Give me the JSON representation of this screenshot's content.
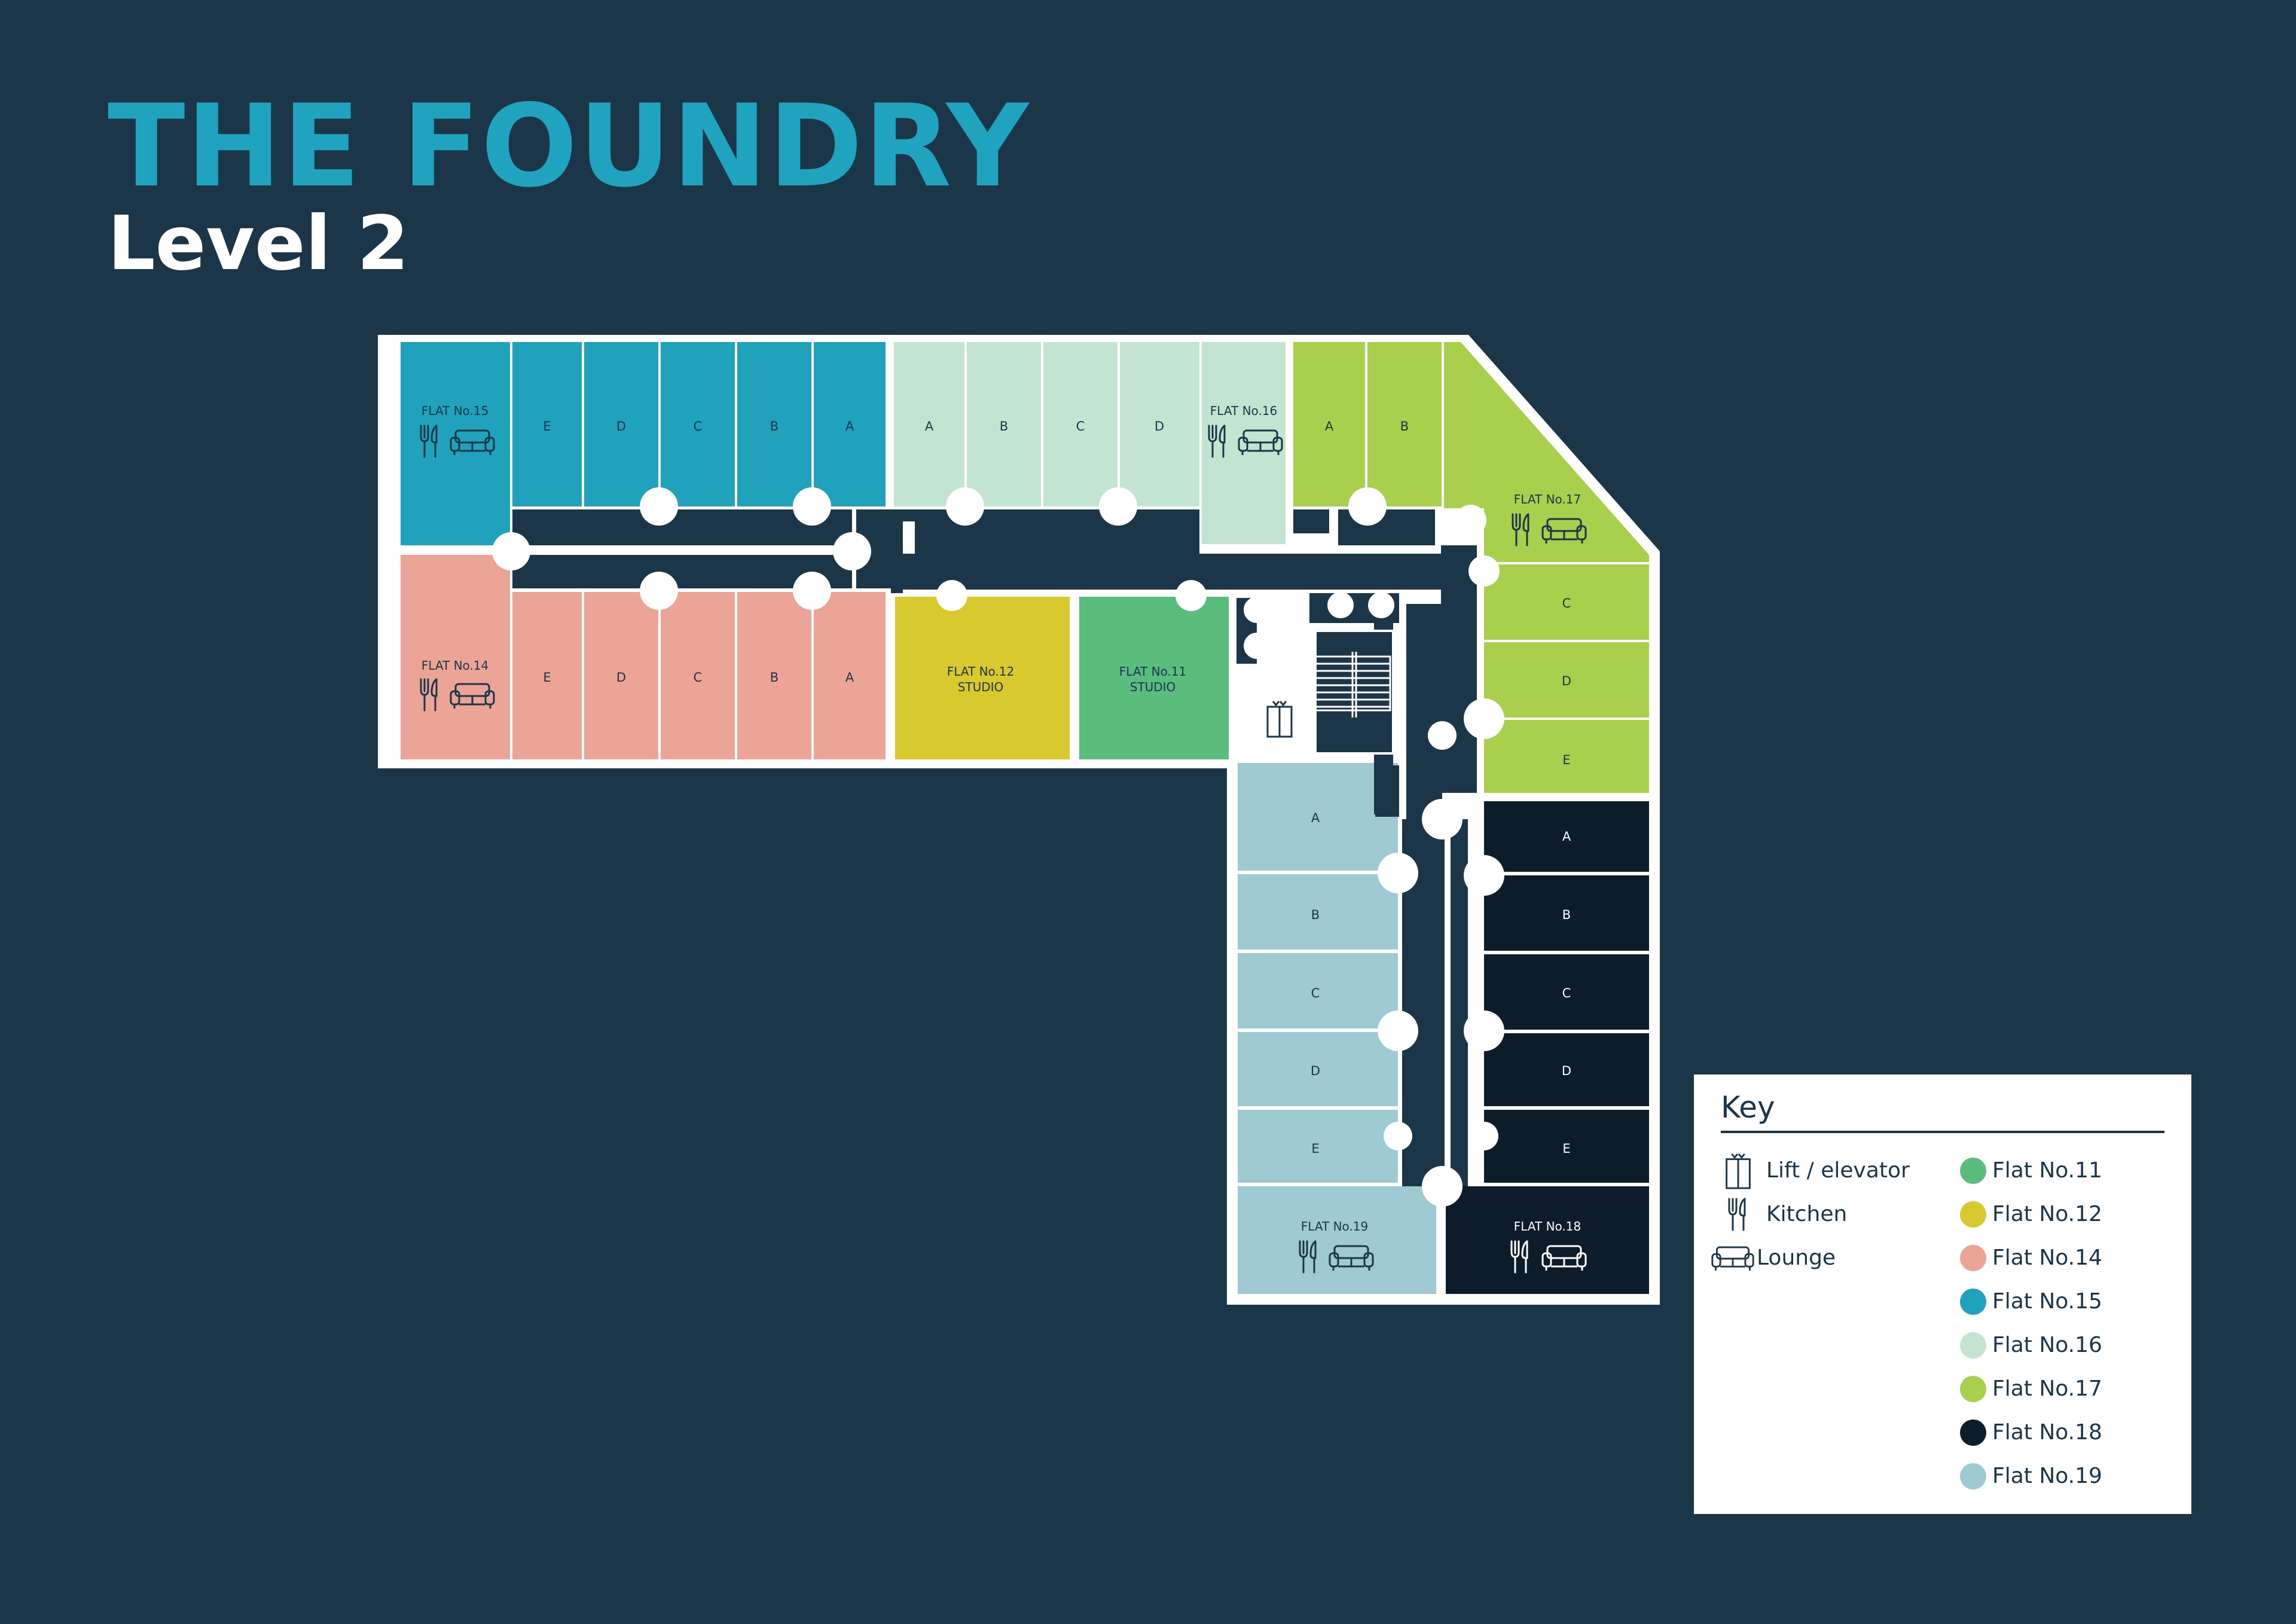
{
  "header": {
    "title": "THE FOUNDRY",
    "subtitle": "Level 2"
  },
  "colors": {
    "background": "#1c3649",
    "wall": "#ffffff",
    "corridor": "#1c3649",
    "flat11": "#5abd7e",
    "flat12": "#d8ca2e",
    "flat14": "#eca497",
    "flat15": "#21a2bc",
    "flat16": "#c3e4d1",
    "flat17": "#a8d04d",
    "flat18": "#0c1c2b",
    "flat19": "#9fcad4"
  },
  "flats": {
    "f15": {
      "label": "FLAT No.15",
      "rooms": [
        "E",
        "D",
        "C",
        "B",
        "A"
      ]
    },
    "f16": {
      "label": "FLAT No.16",
      "rooms": [
        "A",
        "B",
        "C",
        "D"
      ]
    },
    "f17": {
      "label": "FLAT No.17",
      "rooms": [
        "A",
        "B",
        "C",
        "D",
        "E"
      ]
    },
    "f14": {
      "label": "FLAT No.14",
      "rooms": [
        "E",
        "D",
        "C",
        "B",
        "A"
      ]
    },
    "f12": {
      "label": "FLAT No.12",
      "sub": "STUDIO"
    },
    "f11": {
      "label": "FLAT No.11",
      "sub": "STUDIO"
    },
    "f19": {
      "label": "FLAT No.19",
      "rooms": [
        "A",
        "B",
        "C",
        "D",
        "E"
      ]
    },
    "f18": {
      "label": "FLAT No.18",
      "rooms": [
        "A",
        "B",
        "C",
        "D",
        "E"
      ]
    }
  },
  "icons": {
    "lift": "lift-icon",
    "kitchen": "cutlery-icon",
    "lounge": "sofa-icon"
  },
  "key": {
    "title": "Key",
    "symbols": [
      {
        "icon": "lift-icon",
        "label": "Lift / elevator"
      },
      {
        "icon": "cutlery-icon",
        "label": "Kitchen"
      },
      {
        "icon": "sofa-icon",
        "label": "Lounge"
      }
    ],
    "flats": [
      {
        "label": "Flat No.11",
        "color": "#5abd7e"
      },
      {
        "label": "Flat No.12",
        "color": "#d8ca2e"
      },
      {
        "label": "Flat No.14",
        "color": "#eca497"
      },
      {
        "label": "Flat No.15",
        "color": "#21a2bc"
      },
      {
        "label": "Flat No.16",
        "color": "#c3e4d1"
      },
      {
        "label": "Flat No.17",
        "color": "#a8d04d"
      },
      {
        "label": "Flat No.18",
        "color": "#0c1c2b"
      },
      {
        "label": "Flat No.19",
        "color": "#9fcad4"
      }
    ]
  }
}
